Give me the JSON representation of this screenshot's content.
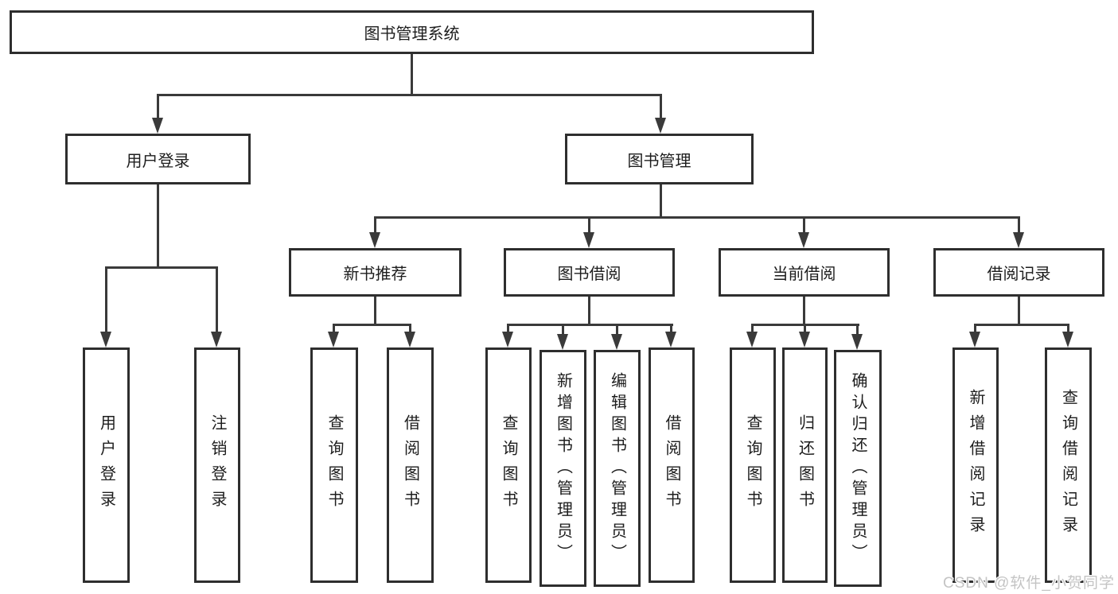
{
  "title": "图书管理系统",
  "watermark": "CSDN @软件_小贺同学",
  "colors": {
    "line": "#3a3a3a",
    "box_border": "#2e2e2e",
    "text": "#1d1d1d",
    "watermark": "#c4c4c4",
    "background": "#ffffff"
  },
  "nodes": {
    "root": "图书管理系统",
    "user_login": "用户登录",
    "book_management": "图书管理",
    "new_book_recommend": "新书推荐",
    "book_borrow": "图书借阅",
    "current_borrow": "当前借阅",
    "borrow_records": "借阅记录",
    "leaf_user_login": "用户登录",
    "leaf_logout": "注销登录",
    "leaf_nb_query": "查询图书",
    "leaf_nb_borrow": "借阅图书",
    "leaf_bb_query": "查询图书",
    "leaf_bb_add": "新增图书（管理员）",
    "leaf_bb_edit": "编辑图书（管理员）",
    "leaf_bb_borrow": "借阅图书",
    "leaf_cb_query": "查询图书",
    "leaf_cb_return": "归还图书",
    "leaf_cb_confirm": "确认归还（管理员）",
    "leaf_br_add": "新增借阅记录",
    "leaf_br_query": "查询借阅记录"
  },
  "hierarchy": {
    "label": "图书管理系统",
    "children": [
      {
        "label": "用户登录",
        "children": [
          {
            "label": "用户登录"
          },
          {
            "label": "注销登录"
          }
        ]
      },
      {
        "label": "图书管理",
        "children": [
          {
            "label": "新书推荐",
            "children": [
              {
                "label": "查询图书"
              },
              {
                "label": "借阅图书"
              }
            ]
          },
          {
            "label": "图书借阅",
            "children": [
              {
                "label": "查询图书"
              },
              {
                "label": "新增图书（管理员）"
              },
              {
                "label": "编辑图书（管理员）"
              },
              {
                "label": "借阅图书"
              }
            ]
          },
          {
            "label": "当前借阅",
            "children": [
              {
                "label": "查询图书"
              },
              {
                "label": "归还图书"
              },
              {
                "label": "确认归还（管理员）"
              }
            ]
          },
          {
            "label": "借阅记录",
            "children": [
              {
                "label": "新增借阅记录"
              },
              {
                "label": "查询借阅记录"
              }
            ]
          }
        ]
      }
    ]
  }
}
